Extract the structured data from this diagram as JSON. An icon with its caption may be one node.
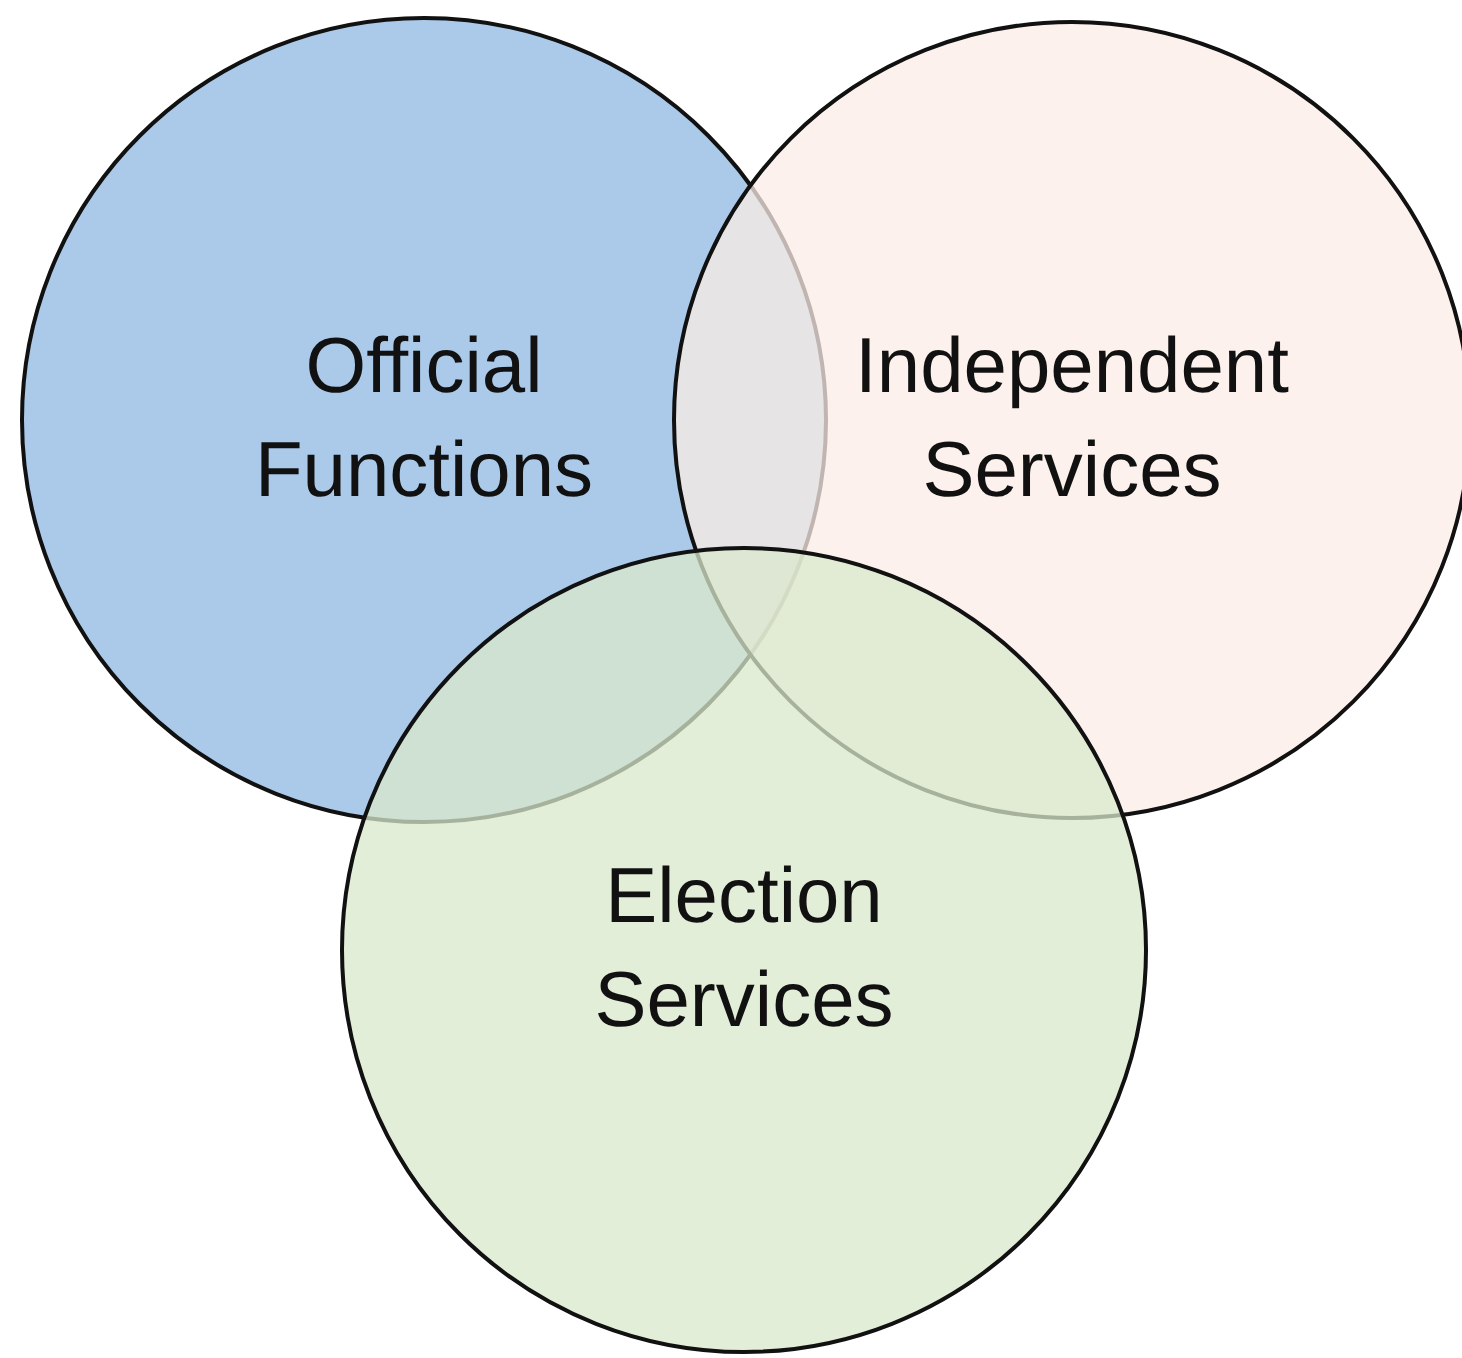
{
  "diagram": {
    "nodes": [
      {
        "text": [
          "Official Functions"
        ]
      },
      {
        "text": [
          "Independent Services"
        ]
      },
      {
        "text": [
          "Election Services"
        ]
      }
    ]
  }
}
